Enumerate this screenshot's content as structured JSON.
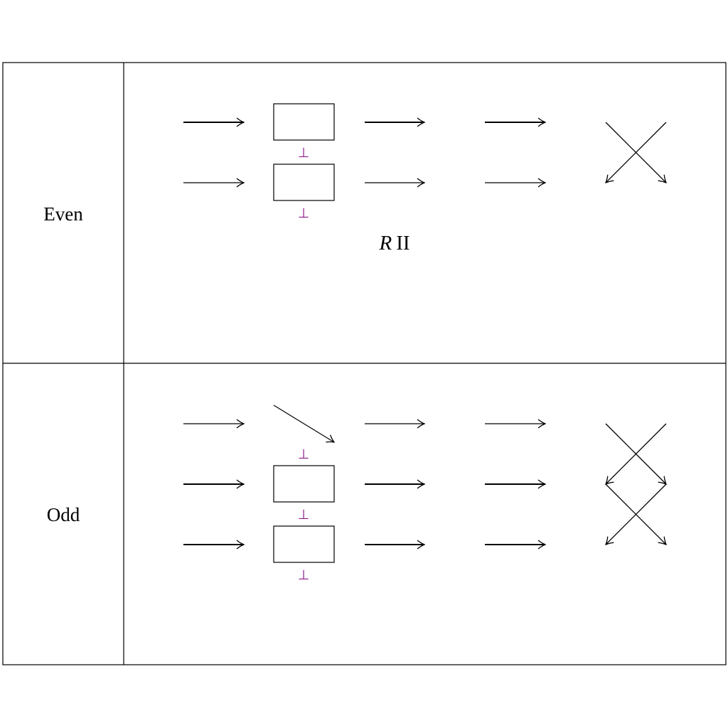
{
  "rows": [
    {
      "label": "Even"
    },
    {
      "label": "Odd"
    }
  ],
  "annotation": {
    "italic": "R",
    "roman": "II"
  },
  "perp_symbol": "⊥",
  "colors": {
    "line": "#000000",
    "perp": "#8e1a8e"
  }
}
